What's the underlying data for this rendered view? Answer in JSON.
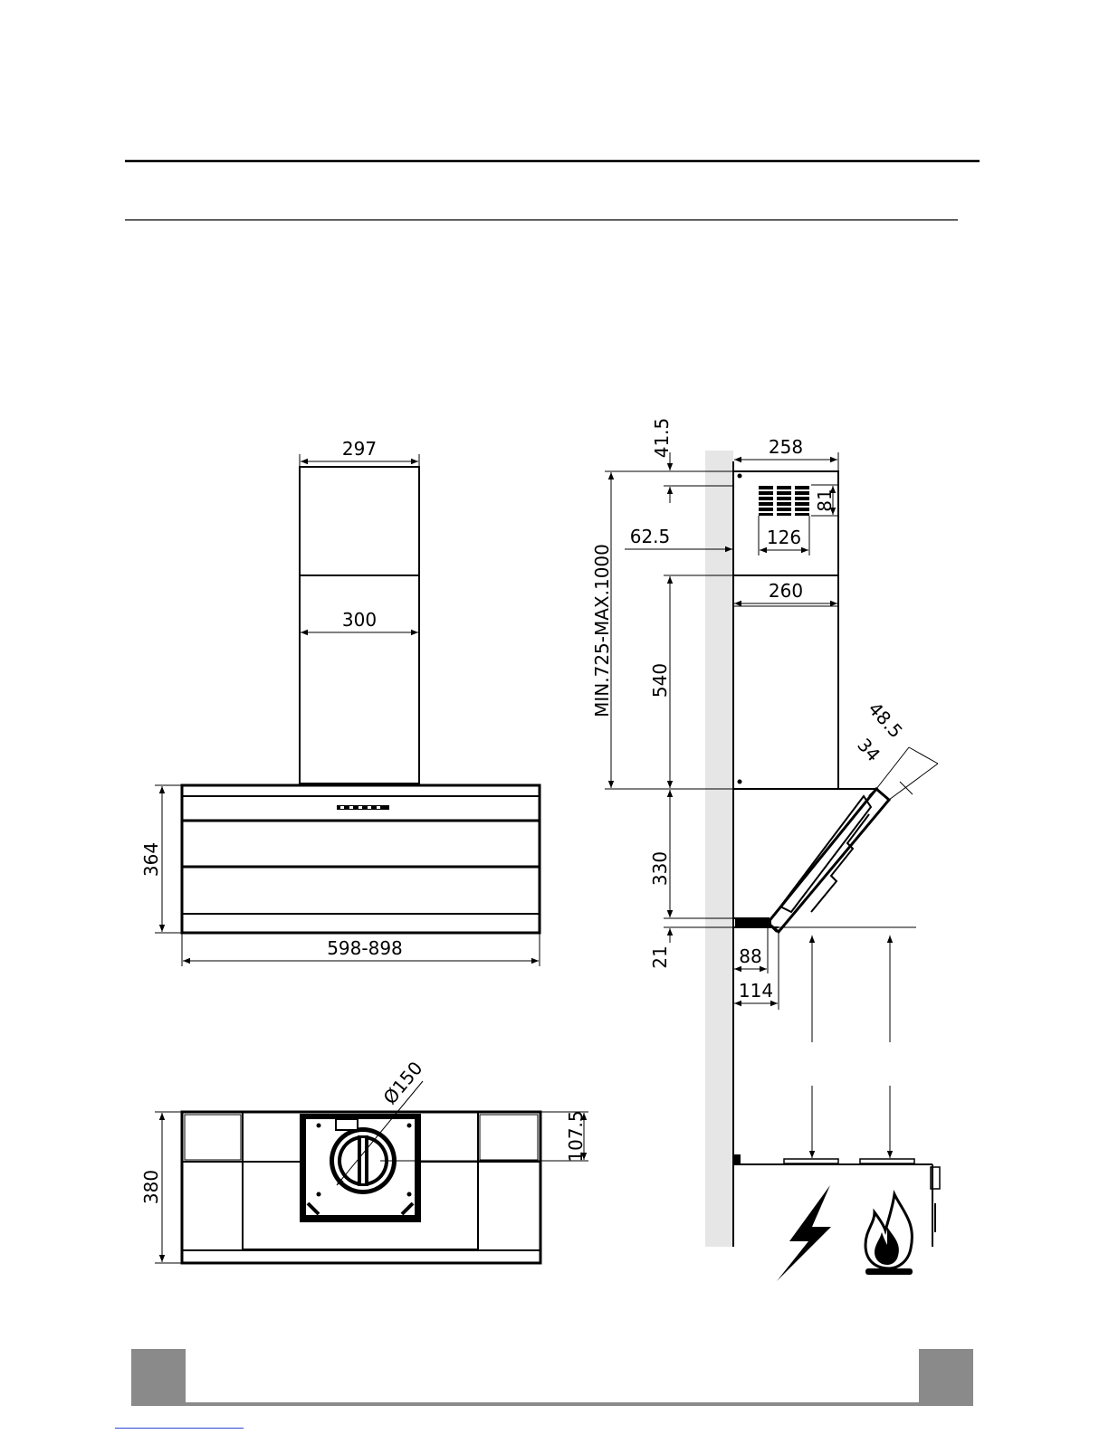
{
  "front_view": {
    "width_chimney_top": "297",
    "width_chimney_lower": "300",
    "canopy_height": "364",
    "canopy_width": "598-898"
  },
  "side_view": {
    "top_offset": "41.5",
    "top_depth": "258",
    "vent_height": "81",
    "vent_width": "126",
    "vent_offset": "62.5",
    "chimney_depth": "260",
    "total_height": "MIN.725-MAX.1000",
    "chimney_lower_height": "540",
    "body_height": "330",
    "bottom_offset": "21",
    "depth_a": "88",
    "depth_b": "114",
    "glass_thickness_a": "48.5",
    "glass_thickness_b": "34"
  },
  "bottom_view": {
    "duct_diameter": "Ø150",
    "depth": "380",
    "duct_offset": "107.5"
  },
  "symbols": {
    "electric_icon": "lightning-bolt-icon",
    "gas_icon": "flame-icon"
  }
}
